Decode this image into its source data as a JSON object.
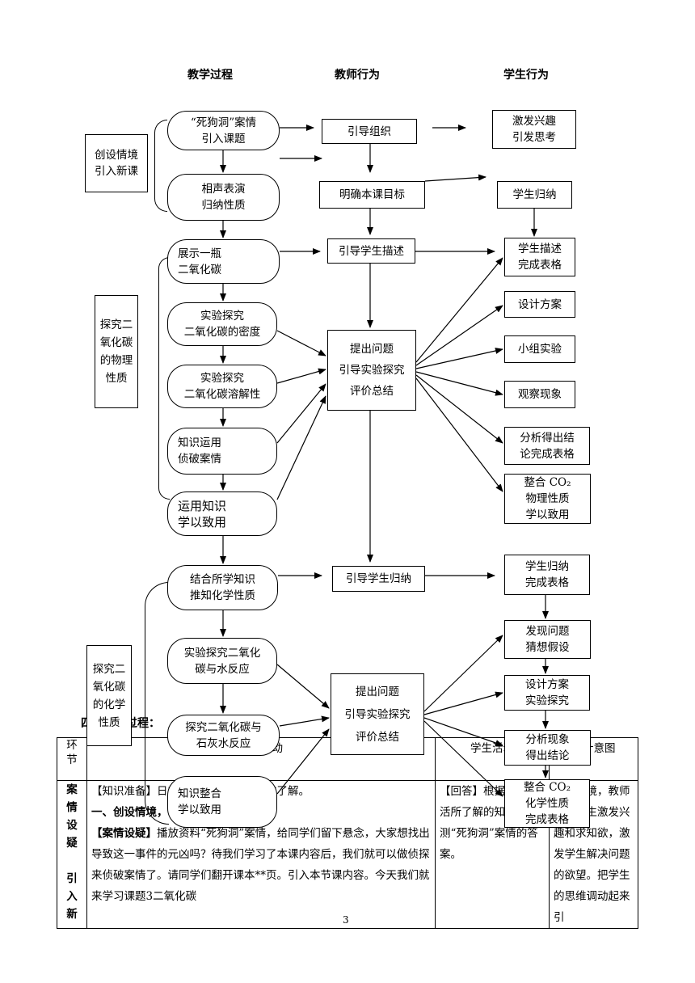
{
  "headers": {
    "process": "教学过程",
    "teacher": "教师行为",
    "student": "学生行为"
  },
  "groups": {
    "intro": "创设情境\n引入新课",
    "physical": "探究二\n氧化碳\n的物理\n性质",
    "chemical": "探究二\n氧化碳\n的化学\n性质"
  },
  "process": {
    "case_intro": "“死狗洞”案情\n    引入课题",
    "crosstalk": "相声表演\n    归纳性质",
    "show_bottle": "展示一瓶\n    二氧化碳",
    "density_exp": "实验探究\n二氧化碳的密度",
    "solubility_exp": "实验探究\n二氧化碳溶解性",
    "apply_case": "知识运用\n    侦破案情",
    "apply_life": "运用知识\n    学以致用",
    "infer_chem": "结合所学知识\n推知化学性质",
    "water_exp": "实验探究二氧化\n碳与水反应",
    "limewater_exp": "探究二氧化碳与\n石灰水反应",
    "integrate": "知识整合\n    学以致用"
  },
  "teacher": {
    "organize": "引导组织",
    "goals": "明确本课目标",
    "describe": "引导学生描述",
    "inquiry1": "提出问题\n引导实验探究\n评价总结",
    "summarize": "引导学生归纳",
    "inquiry2": "提出问题\n引导实验探究\n评价总结"
  },
  "student": {
    "interest": "激发兴趣\n  引发思考",
    "induce": "学生归纳",
    "describe_fill": "学生描述\n完成表格",
    "design": "设计方案",
    "group_exp": "小组实验",
    "observe": "观察现象",
    "analyze_conclude": "分析得出结\n论完成表格",
    "integrate_phys": "整合 CO₂\n物理性质\n学以致用",
    "induce_fill": "学生归纳\n完成表格",
    "hypothesis": "发现问题\n猜想假设",
    "design_exp": "设计方案\n实验探究",
    "analyze": "分析现象\n得出结论",
    "chem_fill": "整合 CO₂\n化学性质\n完成表格"
  },
  "behind": {
    "heading": "四、教学过程：",
    "col_stage": "环\n节",
    "col_teacher": "教师活动",
    "col_student": "学生活动",
    "col_intent": "设计意图",
    "stage": "案\n情\n设\n疑\n\n引\n入\n新",
    "t_line1_bracket": "【知识准备】",
    "t_line1": "日常生活中对二氧化碳的了解。",
    "t_line2": "一、创设情境，引入新课",
    "t_line3_bracket": "【案情设疑】",
    "t_line3": "播放资料“死狗洞”案情，给同学们留下悬念，大家想找出导致这一事件的元凶吗？待我们学习了本课内容后，我们就可以做侦探来侦破案情了。请同学们翻开课本**页。引入本节课内容。今天我们就来学习课题3二氧化碳",
    "s_bracket": "【回答】",
    "s_text": "根据日常生活所了解的知识推测“死狗洞”案情的答案。",
    "intent": "创设情境，教师引起学生激发兴趣和求知欲，激发学生解决问题的欲望。把学生的思维调动起来引"
  },
  "page_number": "3"
}
